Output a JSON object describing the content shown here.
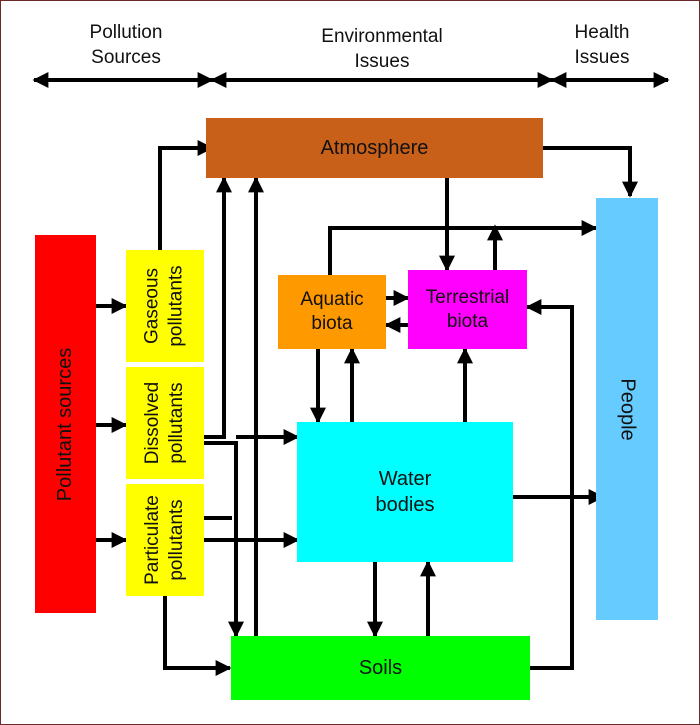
{
  "headers": {
    "pollution_sources": "Pollution\nSources",
    "environmental_issues": "Environmental\nIssues",
    "health_issues": "Health\nIssues"
  },
  "nodes": {
    "atmosphere": "Atmosphere",
    "pollutant_sources": "Pollutant sources",
    "gaseous_pollutants": "Gaseous\npollutants",
    "dissolved_pollutants": "Dissolved\npollutants",
    "particulate_pollutants": "Particulate\npollutants",
    "aquatic_biota": "Aquatic\nbiota",
    "terrestrial_biota": "Terrestrial\nbiota",
    "water_bodies": "Water\nbodies",
    "soils": "Soils",
    "people": "People"
  },
  "colors": {
    "atmosphere": "#c8601a",
    "pollutant_sources": "#ff0000",
    "pollutants": "#ffff00",
    "aquatic_biota": "#ff9900",
    "terrestrial_biota": "#ff00ff",
    "water_bodies": "#00ffff",
    "soils": "#00ff00",
    "people": "#66ccff",
    "arrows": "#000000",
    "frame": "#6b2a2a"
  }
}
